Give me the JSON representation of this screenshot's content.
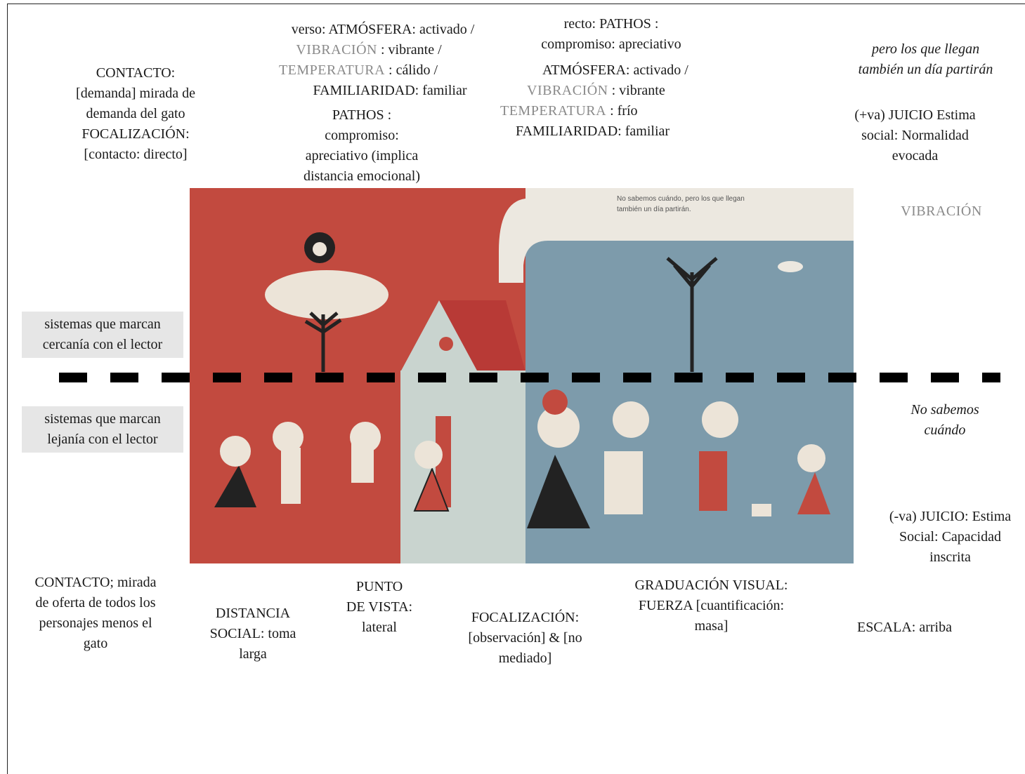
{
  "top_left": [
    "CONTACTO:",
    "[demanda] mirada de",
    "demanda del gato",
    "FOCALIZACIÓN:",
    "[contacto: directo]"
  ],
  "verso": {
    "line1": "verso: ATMÓSFERA: activado /",
    "vib_label": "VIBRACIÓN",
    "vib_value": ": vibrante /",
    "temp_label": "TEMPERATURA",
    "temp_value": ": cálido /",
    "fam": "FAMILIARIDAD: familiar",
    "pathos": [
      "PATHOS :",
      "compromiso:",
      "apreciativo (implica",
      "distancia emocional)"
    ]
  },
  "recto": {
    "line1": "recto: PATHOS :",
    "line2": "compromiso: apreciativo",
    "atm": "ATMÓSFERA: activado /",
    "vib_label": "VIBRACIÓN",
    "vib_value": ": vibrante",
    "temp_label": "TEMPERATURA",
    "temp_value": ": frío",
    "fam": "FAMILIARIDAD: familiar"
  },
  "top_right_quote": [
    "pero los que llegan",
    "también un día partirán"
  ],
  "top_right_juicio": [
    "(+va) JUICIO Estima",
    "social: Normalidad",
    "evocada"
  ],
  "vibracion_label": "VIBRACIÓN",
  "box_cercania": [
    "sistemas que marcan",
    "cercanía con el lector"
  ],
  "box_lejania": [
    "sistemas que marcan",
    "lejanía con el lector"
  ],
  "mid_right_quote": [
    "No sabemos",
    "cuándo"
  ],
  "juicio_neg": [
    "(-va) JUICIO: Estima",
    "Social: Capacidad",
    "inscrita"
  ],
  "book_text": [
    "No sabemos cuándo, pero los que llegan",
    "también un día partirán."
  ],
  "bottom": {
    "contacto": [
      "CONTACTO; mirada",
      "de oferta de todos los",
      "personajes menos el",
      "gato"
    ],
    "distancia": [
      "DISTANCIA",
      "SOCIAL: toma",
      "larga"
    ],
    "punto": [
      "PUNTO",
      "DE VISTA:",
      "lateral"
    ],
    "focalizacion": [
      "FOCALIZACIÓN:",
      "[observación] & [no",
      "mediado]"
    ],
    "graduacion": [
      "GRADUACIÓN VISUAL:",
      "FUERZA [cuantificación:",
      "masa]"
    ],
    "escala": "ESCALA: arriba"
  },
  "colors": {
    "red_page": "#c24a3f",
    "blue_page": "#7d9bab",
    "grey_label": "#8a8a8a",
    "box_bg": "#e6e6e6"
  }
}
